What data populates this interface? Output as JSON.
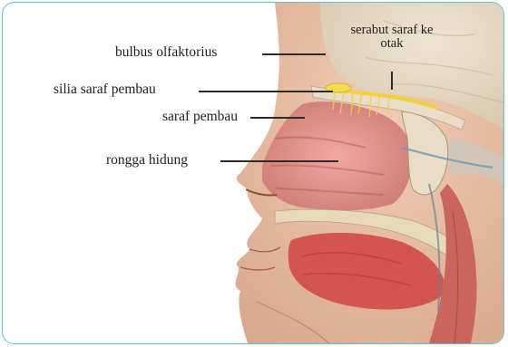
{
  "labels": {
    "bulbus": "bulbus olfaktorius",
    "silia": "silia saraf pembau",
    "saraf": "saraf pembau",
    "rongga": "rongga hidung",
    "serabut_line1": "serabut saraf ke",
    "serabut_line2": "otak"
  },
  "colors": {
    "frame": "#5ec3d6",
    "skin": "#e9bfa3",
    "cavity": "#e59a93",
    "nerve": "#f2d23a",
    "bone": "#e8ddc7",
    "muscle": "#c9655c"
  }
}
